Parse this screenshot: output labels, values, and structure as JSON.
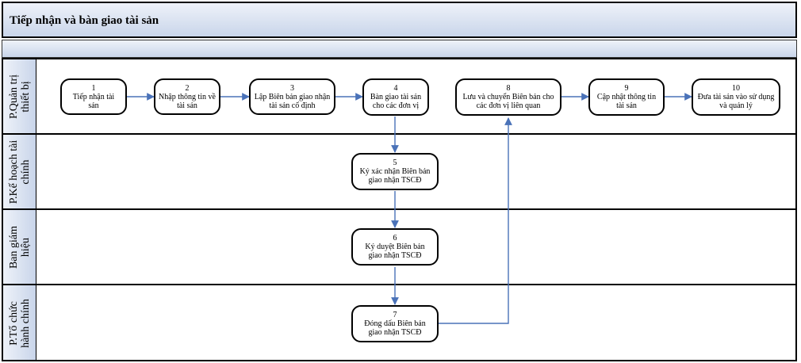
{
  "title": "Tiếp nhận và bàn giao tài sản",
  "lanes": [
    {
      "id": "qttb",
      "label": "P.Quản trị thiết bị"
    },
    {
      "id": "khtc",
      "label": "P.Kế hoạch tài chính"
    },
    {
      "id": "bgh",
      "label": "Ban giám hiệu"
    },
    {
      "id": "tchc",
      "label": "P.Tổ chức hành chính"
    }
  ],
  "steps": [
    {
      "num": "1",
      "text": "Tiếp nhận tài sản",
      "lane": "qttb"
    },
    {
      "num": "2",
      "text": "Nhập thông tin về tài sản",
      "lane": "qttb"
    },
    {
      "num": "3",
      "text": "Lập Biên bản giao nhận tài sản cố định",
      "lane": "qttb"
    },
    {
      "num": "4",
      "text": "Bàn giao tài sản cho các đơn vị",
      "lane": "qttb"
    },
    {
      "num": "5",
      "text": "Ký xác nhận Biên bản giao nhận TSCĐ",
      "lane": "khtc"
    },
    {
      "num": "6",
      "text": "Ký duyệt Biên bản giao nhận TSCĐ",
      "lane": "bgh"
    },
    {
      "num": "7",
      "text": "Đóng dấu Biên bản giao nhận TSCĐ",
      "lane": "tchc"
    },
    {
      "num": "8",
      "text": "Lưu và chuyển Biên bản cho các đơn vị liên quan",
      "lane": "qttb"
    },
    {
      "num": "9",
      "text": "Cập nhật thông tin tài sản",
      "lane": "qttb"
    },
    {
      "num": "10",
      "text": "Đưa tài sản vào sử dụng và quản lý",
      "lane": "qttb"
    }
  ],
  "flows": [
    [
      "1",
      "2"
    ],
    [
      "2",
      "3"
    ],
    [
      "3",
      "4"
    ],
    [
      "4",
      "5"
    ],
    [
      "5",
      "6"
    ],
    [
      "6",
      "7"
    ],
    [
      "7",
      "8"
    ],
    [
      "8",
      "9"
    ],
    [
      "9",
      "10"
    ]
  ],
  "colors": {
    "connector": "#4a72b8",
    "header_light": "#eef2f9",
    "header_dark": "#c9d5ea",
    "border": "#000000"
  }
}
